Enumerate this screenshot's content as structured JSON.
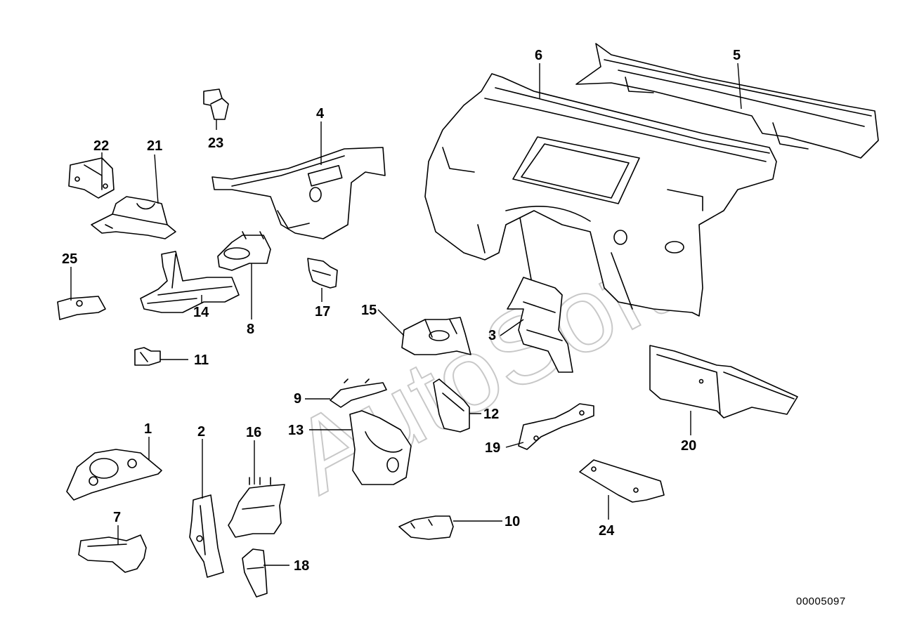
{
  "diagram_id": "00005097",
  "watermark": "AutoSoft",
  "callouts": [
    "1",
    "2",
    "3",
    "4",
    "5",
    "6",
    "7",
    "8",
    "9",
    "10",
    "11",
    "12",
    "13",
    "14",
    "15",
    "16",
    "17",
    "18",
    "19",
    "20",
    "21",
    "22",
    "23",
    "24",
    "25"
  ]
}
